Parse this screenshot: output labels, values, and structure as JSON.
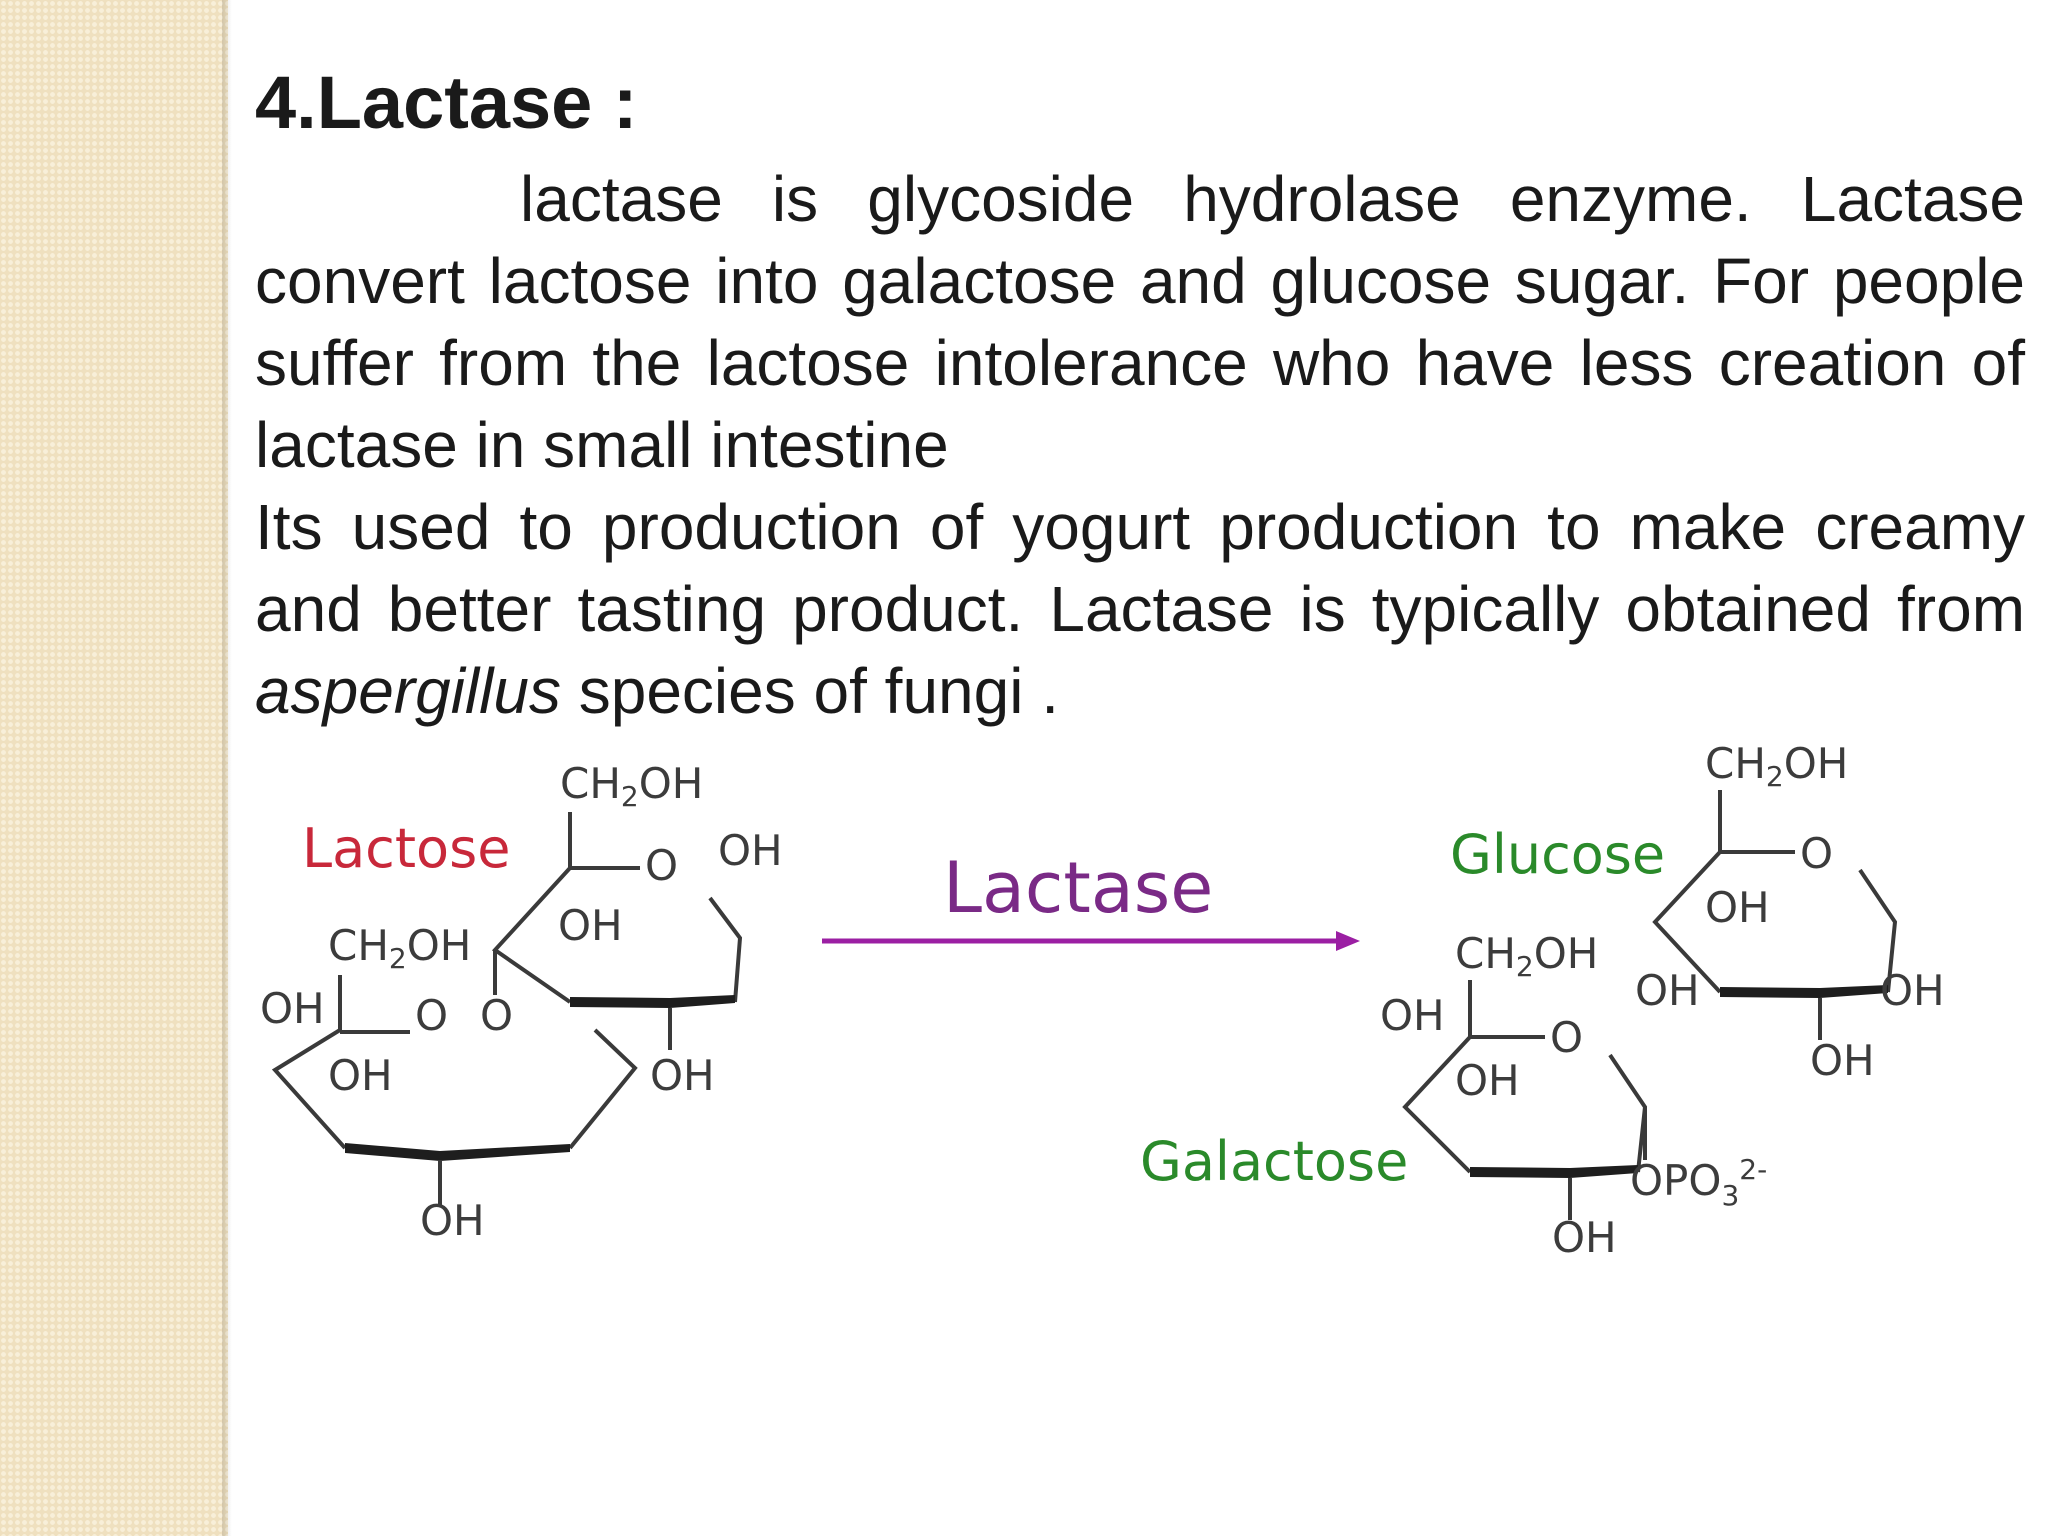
{
  "slide": {
    "title": "4.Lactase :",
    "paragraph1_text": "lactase is glycoside hydrolase enzyme. Lactase convert lactose into galactose  and glucose sugar. For people suffer from the lactose intolerance who have less creation of lactase in small intestine",
    "paragraph2_text_start": "Its used to production of yogurt production to make creamy and better tasting product. Lactase is typically obtained from ",
    "paragraph2_italic": "aspergillus",
    "paragraph2_text_end": " species of fungi ."
  },
  "diagram": {
    "lactose_label": "Lactose",
    "enzyme_label": "Lactase",
    "glucose_label": "Glucose",
    "galactose_label": "Galactose",
    "oh": "OH",
    "o": "O",
    "ch2oh_main": "CH",
    "ch2oh_sub": "2",
    "ch2oh_end": "OH",
    "opo_main": "OPO",
    "opo_sub": "3",
    "opo_sup": "2-",
    "colors": {
      "lactose": "#c8283a",
      "products": "#2a8a2a",
      "enzyme": "#7a2a86",
      "arrow": "#9b1fa3"
    }
  }
}
